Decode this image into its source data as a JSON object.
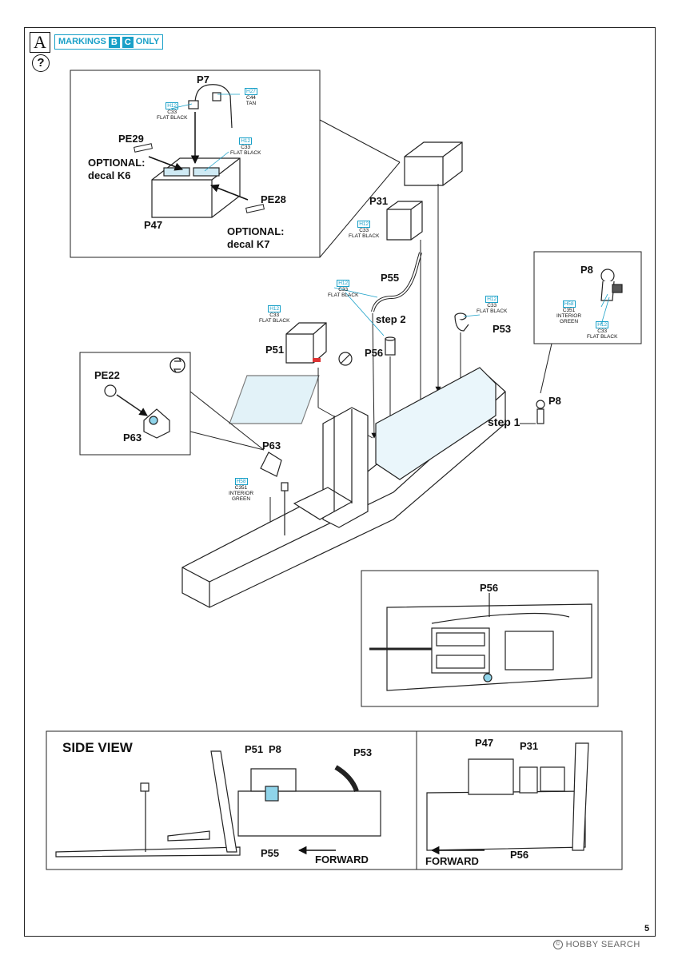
{
  "step": {
    "letter": "A",
    "help_symbol": "?"
  },
  "markings": {
    "prefix": "MARKINGS",
    "codes": [
      "B",
      "C"
    ],
    "suffix": "ONLY"
  },
  "battery_callout": {
    "labels": {
      "p7": "P7",
      "pe29": "PE29",
      "pe28": "PE28",
      "p47": "P47"
    },
    "optional_k6": [
      "OPTIONAL:",
      "decal K6"
    ],
    "optional_k7": [
      "OPTIONAL:",
      "decal K7"
    ],
    "paint_p7_hose": {
      "h": "H27",
      "c": "C44",
      "name": "TAN"
    },
    "paint_p7_cap": {
      "h": "H12",
      "c": "C33",
      "name": "FLAT BLACK"
    },
    "paint_battery": {
      "h": "H12",
      "c": "C33",
      "name": "FLAT BLACK"
    }
  },
  "main": {
    "labels": {
      "p31": "P31",
      "p55": "P55",
      "step2": "step 2",
      "p51": "P51",
      "p56": "P56",
      "p53": "P53",
      "p8": "P8",
      "step1": "step 1",
      "p63": "P63"
    },
    "paint_p31": {
      "h": "H12",
      "c": "C33",
      "name": "FLAT BLACK"
    },
    "paint_p55": {
      "h": "H12",
      "c": "C33",
      "name": "FLAT BLACK"
    },
    "paint_p51": {
      "h": "H12",
      "c": "C33",
      "name": "FLAT BLACK"
    },
    "paint_p53": {
      "h": "H12",
      "c": "C33",
      "name": "FLAT BLACK"
    },
    "paint_p63": {
      "h": "H58",
      "c": "C351",
      "name1": "INTERIOR",
      "name2": "GREEN"
    }
  },
  "p8_callout": {
    "label": "P8",
    "paint_green": {
      "h": "H58",
      "c": "C351",
      "name1": "INTERIOR",
      "name2": "GREEN"
    },
    "paint_black": {
      "h": "H12",
      "c": "C33",
      "name": "FLAT BLACK"
    }
  },
  "pe22_callout": {
    "pe22": "PE22",
    "p63": "P63",
    "rotate_icon": "rotate-icon"
  },
  "underside_view": {
    "p56": "P56"
  },
  "side_view": {
    "title": "SIDE VIEW",
    "left": {
      "p51": "P51",
      "p8": "P8",
      "p53": "P53",
      "p55": "P55",
      "forward": "FORWARD"
    },
    "right": {
      "p47": "P47",
      "p31": "P31",
      "p56": "P56",
      "forward": "FORWARD"
    }
  },
  "page_number": "5",
  "watermark": {
    "symbol": "©",
    "text": "HOBBY SEARCH"
  },
  "colors": {
    "paint_code": "#19a0c8",
    "highlight": "#8fd4ea",
    "line": "#222222"
  }
}
